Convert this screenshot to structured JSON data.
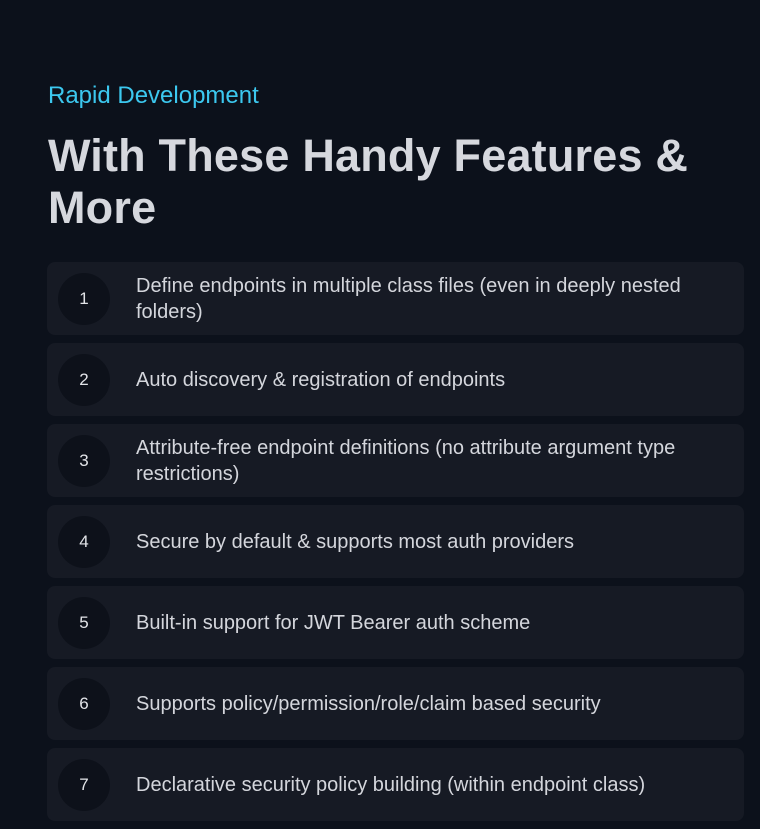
{
  "section": {
    "eyebrow": "Rapid Development",
    "title": "With These Handy Features & More",
    "accent_color": "#3cc8ef"
  },
  "features": [
    {
      "number": "1",
      "text": "Define endpoints in multiple class files (even in deeply nested folders)"
    },
    {
      "number": "2",
      "text": "Auto discovery & registration of endpoints"
    },
    {
      "number": "3",
      "text": "Attribute-free endpoint definitions (no attribute argument type restrictions)"
    },
    {
      "number": "4",
      "text": "Secure by default & supports most auth providers"
    },
    {
      "number": "5",
      "text": "Built-in support for JWT Bearer auth scheme"
    },
    {
      "number": "6",
      "text": "Supports policy/permission/role/claim based security"
    },
    {
      "number": "7",
      "text": "Declarative security policy building (within endpoint class)"
    }
  ]
}
